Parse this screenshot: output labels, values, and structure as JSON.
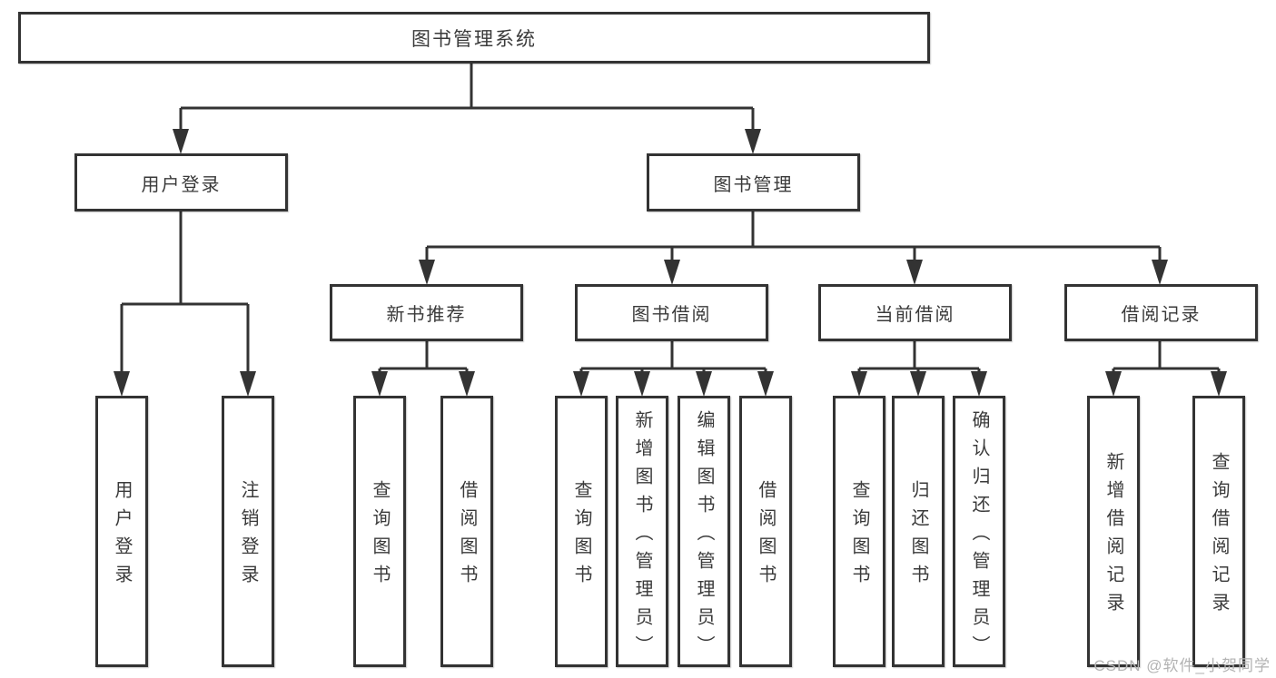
{
  "tree": {
    "root_label": "图书管理系统",
    "branches": [
      {
        "label": "用户登录",
        "leaves": [
          "用户登录",
          "注销登录"
        ]
      },
      {
        "label": "图书管理",
        "sections": [
          {
            "label": "新书推荐",
            "leaves": [
              "查询图书",
              "借阅图书"
            ]
          },
          {
            "label": "图书借阅",
            "leaves": [
              "查询图书",
              "新增图书（管理员）",
              "编辑图书（管理员）",
              "借阅图书"
            ]
          },
          {
            "label": "当前借阅",
            "leaves": [
              "查询图书",
              "归还图书",
              "确认归还（管理员）"
            ]
          },
          {
            "label": "借阅记录",
            "leaves": [
              "新增借阅记录",
              "查询借阅记录"
            ]
          }
        ]
      }
    ]
  },
  "watermark": {
    "text": "CSDN @软件_小贺同学"
  },
  "colors": {
    "line": "#333333",
    "box_border": "#333333",
    "box_fill": "#ffffff",
    "text": "#3a3a3a",
    "watermark": "#b3b3b3",
    "background": "#ffffff"
  }
}
